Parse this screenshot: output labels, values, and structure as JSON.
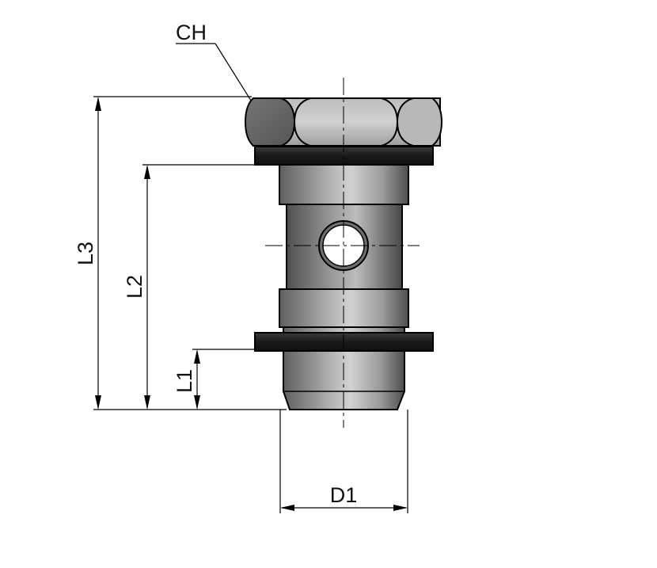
{
  "labels": {
    "ch": "CH",
    "l3": "L3",
    "l2": "L2",
    "l1": "L1",
    "d1": "D1"
  },
  "colors": {
    "line": "#000000",
    "washer": "#1e1e1e",
    "hex_light": "#c4c4c4",
    "hex_dark": "#6a6a6a",
    "hole": "#ffffff"
  }
}
